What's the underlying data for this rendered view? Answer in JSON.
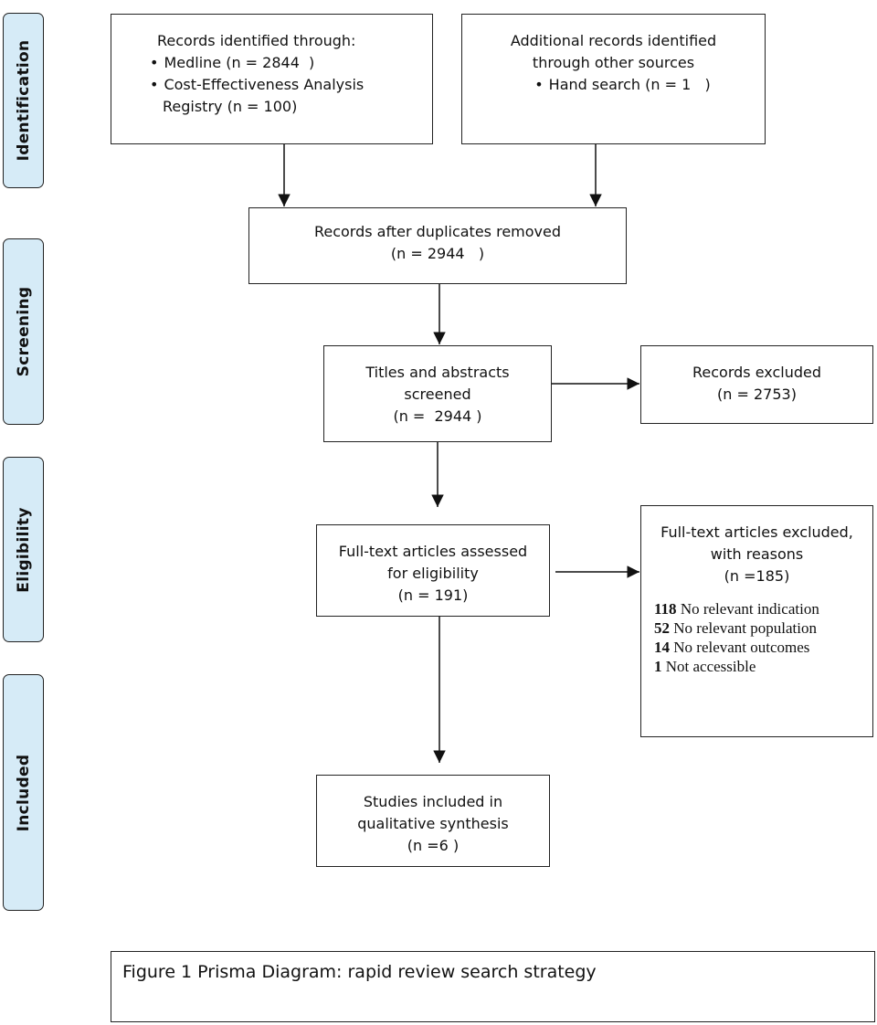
{
  "phases": {
    "identification": "Identification",
    "screening": "Screening",
    "eligibility": "Eligibility",
    "included": "Included"
  },
  "boxes": {
    "records_identified": {
      "heading": "Records identified through:",
      "bullets": [
        "Medline (n = 2844  )",
        "Cost-Effectiveness Analysis"
      ],
      "continuation": "Registry (n = 100)"
    },
    "additional_records": {
      "line1": "Additional records identified",
      "line2": "through other sources",
      "bullet": "Hand search (n = 1   )"
    },
    "duplicates_removed": {
      "line1": "Records after duplicates removed",
      "line2": "(n = 2944   )"
    },
    "screened": {
      "line1": "Titles and abstracts",
      "line2": "screened",
      "line3": "(n =  2944 )"
    },
    "records_excluded": {
      "line1": "Records excluded",
      "line2": "(n = 2753)"
    },
    "fulltext_assessed": {
      "line1": "Full-text articles assessed",
      "line2": "for eligibility",
      "line3": "(n = 191)"
    },
    "fulltext_excluded": {
      "line1": "Full-text articles excluded,",
      "line2": "with reasons",
      "line3": "(n =185)",
      "reasons": [
        {
          "count": "118",
          "reason": " No relevant indication"
        },
        {
          "count": "52",
          "reason": " No relevant population"
        },
        {
          "count": "14",
          "reason": " No relevant outcomes"
        },
        {
          "count": "1",
          "reason": " Not accessible"
        }
      ]
    },
    "included_studies": {
      "line1": "Studies included in",
      "line2": "qualitative synthesis",
      "line3": "(n =6 )"
    }
  },
  "caption": "Figure 1 Prisma Diagram: rapid review search strategy"
}
